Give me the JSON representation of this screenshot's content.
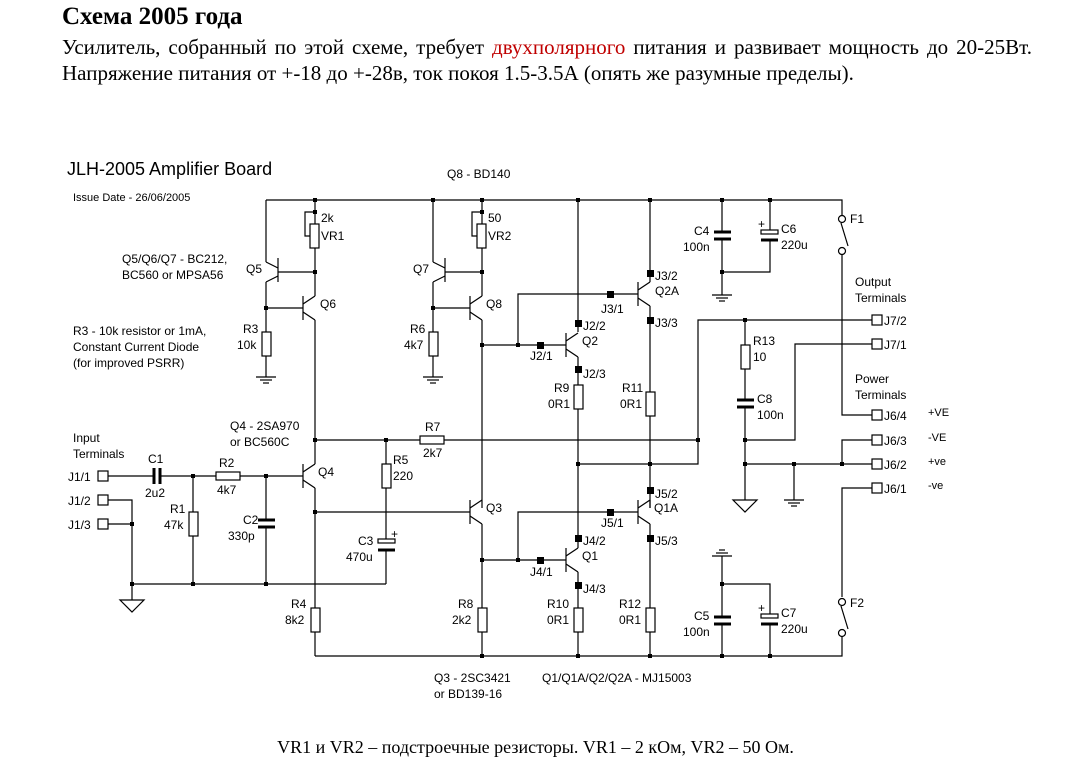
{
  "header": {
    "title": "Схема 2005 года",
    "para_pre": "Усилитель, собранный по этой схеме, требует ",
    "para_red": "двухполярного",
    "para_post": "  питания и развивает мощность до 20-25Вт. Напряжение питания от +-18 до +-28в, ток покоя 1.5-3.5А (опять же разумные пределы).",
    "accent_color": "#c00000"
  },
  "schematic": {
    "title": "JLH-2005 Amplifier Board",
    "issue_date": "Issue Date - 26/06/2005",
    "notes": {
      "q8": "Q8 - BD140",
      "q567_line1": "Q5/Q6/Q7 - BC212,",
      "q567_line2": "BC560 or MPSA56",
      "r3_line1": "R3 - 10k resistor or 1mA,",
      "r3_line2": "Constant Current Diode",
      "r3_line3": "(for improved PSRR)",
      "q4_line1": "Q4 - 2SA970",
      "q4_line2": "or BC560C",
      "q3_line1": "Q3 - 2SC3421",
      "q3_line2": "or BD139-16",
      "outputs": "Q1/Q1A/Q2/Q2A - MJ15003"
    },
    "groups": {
      "input_1": "Input",
      "input_2": "Terminals",
      "output_1": "Output",
      "output_2": "Terminals",
      "power_1": "Power",
      "power_2": "Terminals"
    },
    "components": {
      "VR1": {
        "ref": "VR1",
        "value": "2k"
      },
      "VR2": {
        "ref": "VR2",
        "value": "50"
      },
      "R1": {
        "ref": "R1",
        "value": "47k"
      },
      "R2": {
        "ref": "R2",
        "value": "4k7"
      },
      "R3": {
        "ref": "R3",
        "value": "10k"
      },
      "R4": {
        "ref": "R4",
        "value": "8k2"
      },
      "R5": {
        "ref": "R5",
        "value": "220"
      },
      "R6": {
        "ref": "R6",
        "value": "4k7"
      },
      "R7": {
        "ref": "R7",
        "value": "2k7"
      },
      "R8": {
        "ref": "R8",
        "value": "2k2"
      },
      "R9": {
        "ref": "R9",
        "value": "0R1"
      },
      "R10": {
        "ref": "R10",
        "value": "0R1"
      },
      "R11": {
        "ref": "R11",
        "value": "0R1"
      },
      "R12": {
        "ref": "R12",
        "value": "0R1"
      },
      "R13": {
        "ref": "R13",
        "value": "10"
      },
      "C1": {
        "ref": "C1",
        "value": "2u2"
      },
      "C2": {
        "ref": "C2",
        "value": "330p"
      },
      "C3": {
        "ref": "C3",
        "value": "470u"
      },
      "C4": {
        "ref": "C4",
        "value": "100n"
      },
      "C5": {
        "ref": "C5",
        "value": "100n"
      },
      "C6": {
        "ref": "C6",
        "value": "220u"
      },
      "C7": {
        "ref": "C7",
        "value": "220u"
      },
      "C8": {
        "ref": "C8",
        "value": "100n"
      },
      "F1": {
        "ref": "F1"
      },
      "F2": {
        "ref": "F2"
      },
      "Q1": "Q1",
      "Q1A": "Q1A",
      "Q2": "Q2",
      "Q2A": "Q2A",
      "Q3": "Q3",
      "Q4": "Q4",
      "Q5": "Q5",
      "Q6": "Q6",
      "Q7": "Q7",
      "Q8": "Q8"
    },
    "pins": {
      "J1_1": "J1/1",
      "J1_2": "J1/2",
      "J1_3": "J1/3",
      "J2_1": "J2/1",
      "J2_2": "J2/2",
      "J2_3": "J2/3",
      "J3_1": "J3/1",
      "J3_2": "J3/2",
      "J3_3": "J3/3",
      "J4_1": "J4/1",
      "J4_2": "J4/2",
      "J4_3": "J4/3",
      "J5_1": "J5/1",
      "J5_2": "J5/2",
      "J5_3": "J5/3",
      "J6_1": "J6/1",
      "J6_2": "J6/2",
      "J6_3": "J6/3",
      "J6_4": "J6/4",
      "J7_1": "J7/1",
      "J7_2": "J7/2"
    },
    "rails": {
      "J6_4": "+VE",
      "J6_3": "-VE",
      "J6_2": "+ve",
      "J6_1": "-ve"
    }
  },
  "footer": {
    "text": "VR1 и VR2 – подстроечные резисторы. VR1 – 2 кОм, VR2 – 50 Ом."
  }
}
